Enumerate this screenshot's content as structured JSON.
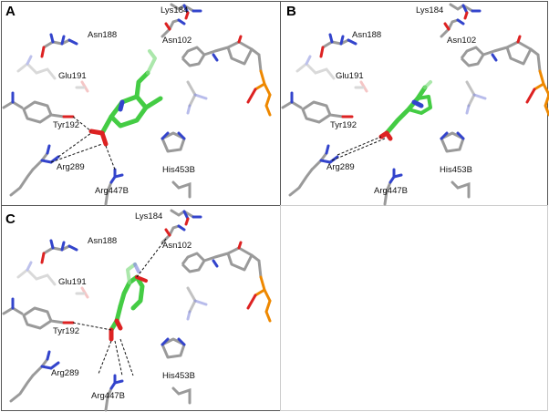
{
  "panels": [
    {
      "id": "A",
      "residues": [
        "Lys184",
        "Asn188",
        "Asn102",
        "Glu191",
        "Tyr192",
        "Arg289",
        "His453B",
        "Arg447B"
      ]
    },
    {
      "id": "B",
      "residues": [
        "Lys184",
        "Asn188",
        "Asn102",
        "Glu191",
        "Tyr192",
        "Arg289",
        "His453B",
        "Arg447B"
      ]
    },
    {
      "id": "C",
      "residues": [
        "Lys184",
        "Asn188",
        "Asn102",
        "Glu191",
        "Tyr192",
        "Arg289",
        "His453B",
        "Arg447B"
      ]
    }
  ],
  "colors": {
    "panel_border": "#555555",
    "carbon_residue": "#9a9a9a",
    "carbon_ligand": "#44cc44",
    "nitrogen": "#3344cc",
    "oxygen": "#dd2222",
    "phosphorus": "#ee8800",
    "hbond": "#111111"
  },
  "icons": [
    "hydrogen-bond-dashed-line",
    "ligand-stick-model",
    "residue-stick-model"
  ]
}
